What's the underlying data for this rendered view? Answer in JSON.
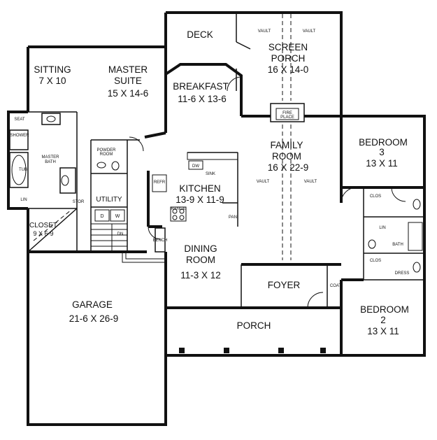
{
  "rooms": {
    "deck": "DECK",
    "screen_porch": [
      "SCREEN",
      "PORCH",
      "16 X 14-0"
    ],
    "sitting": [
      "SITTING",
      "7 X 10"
    ],
    "master_suite": [
      "MASTER",
      "SUITE",
      "15 X 14-6"
    ],
    "breakfast": [
      "BREAKFAST",
      "11-6 X 13-6"
    ],
    "family_room": [
      "FAMILY",
      "ROOM",
      "16 X 22-9"
    ],
    "bedroom3": [
      "BEDROOM",
      "3",
      "13 X 11"
    ],
    "kitchen": [
      "KITCHEN",
      "13-9 X 11-9"
    ],
    "dining_room": [
      "DINING",
      "ROOM",
      "11-3 X 12"
    ],
    "foyer": "FOYER",
    "garage": [
      "GARAGE",
      "21-6 X 26-9"
    ],
    "porch": "PORCH",
    "bedroom2": [
      "BEDROOM",
      "2",
      "13 X 11"
    ],
    "closet": [
      "CLOSET",
      "9 X 6-9"
    ],
    "utility": "UTILITY"
  },
  "small_labels": {
    "seat": "SEAT",
    "shower": "SHOWER",
    "tub": "TUB",
    "lin": "LIN",
    "master_bath": [
      "MASTER",
      "BATH"
    ],
    "powder_room": [
      "POWDER",
      "ROOM"
    ],
    "stor": "STOR",
    "dw": "DW",
    "sink": "SINK",
    "refr": "REFR",
    "range": "RANGE",
    "pan": "PAN",
    "bench": "BENCH",
    "dryer": "D",
    "washer": "W",
    "dn": "DN",
    "fireplace": [
      "FIRE",
      "PLACE"
    ],
    "vault": "VAULT",
    "clos": "CLOS",
    "bath": "BATH",
    "dresser": "DRESS",
    "lin2": "LIN",
    "coat": "COAT"
  }
}
